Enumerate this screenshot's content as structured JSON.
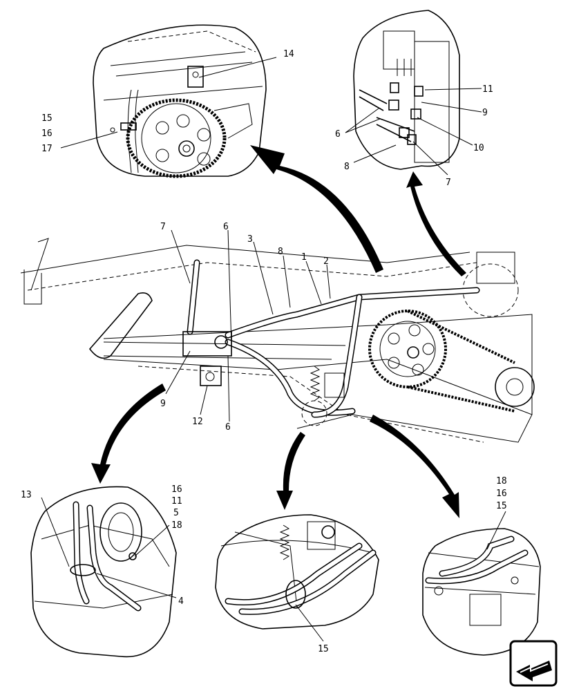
{
  "callouts": {
    "detail_top_left": [
      "14",
      "15",
      "16",
      "17"
    ],
    "detail_top_right": [
      "11",
      "9",
      "10",
      "6",
      "8",
      "7"
    ],
    "main": [
      "7",
      "6",
      "3",
      "8",
      "1",
      "2",
      "9",
      "12",
      "6"
    ],
    "detail_bottom_left": [
      "16",
      "11",
      "5",
      "18",
      "13",
      "4"
    ],
    "detail_bottom_center": [
      "15"
    ],
    "detail_bottom_right": [
      "18",
      "16",
      "15"
    ]
  },
  "nav_icon": "arrow-left-icon"
}
